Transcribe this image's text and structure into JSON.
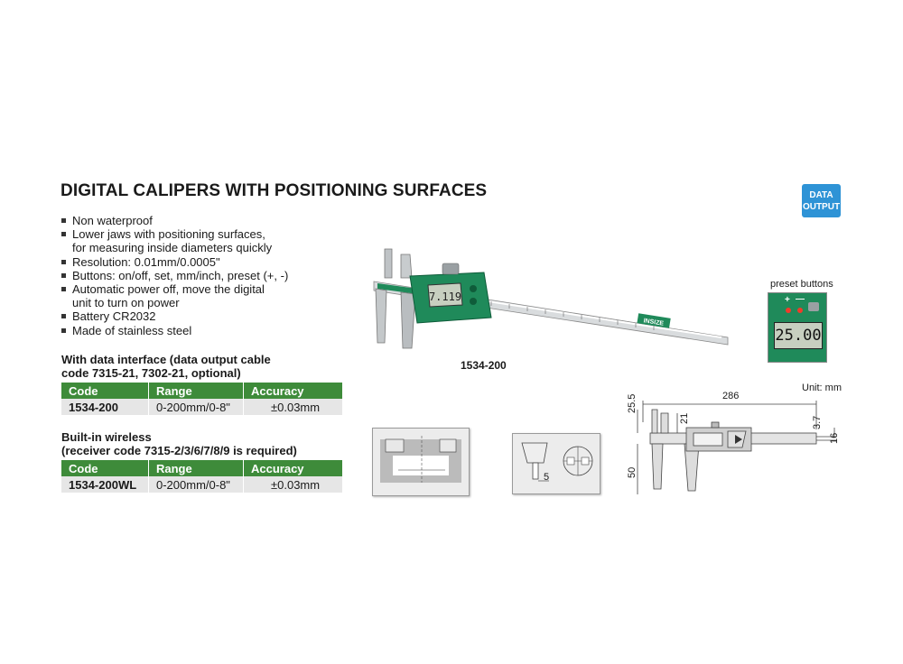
{
  "title": "DIGITAL CALIPERS WITH POSITIONING SURFACES",
  "badge": {
    "line1": "DATA",
    "line2": "OUTPUT",
    "color": "#2e93d6"
  },
  "features": [
    "Non waterproof",
    "Lower jaws with positioning surfaces,\nfor measuring inside diameters quickly",
    "Resolution: 0.01mm/0.0005\"",
    "Buttons: on/off, set, mm/inch, preset (+, -)",
    "Automatic power off, move the digital\nunit to turn on power",
    "Battery CR2032",
    "Made of stainless steel"
  ],
  "section1": {
    "heading": "With data interface (data output cable\ncode 7315-21, 7302-21, optional)",
    "columns": [
      "Code",
      "Range",
      "Accuracy"
    ],
    "rows": [
      [
        "1534-200",
        "0-200mm/0-8\"",
        "±0.03mm"
      ]
    ]
  },
  "section2": {
    "heading": "Built-in wireless\n(receiver code 7315-2/3/6/7/8/9 is required)",
    "columns": [
      "Code",
      "Range",
      "Accuracy"
    ],
    "rows": [
      [
        "1534-200WL",
        "0-200mm/0-8\"",
        "±0.03mm"
      ]
    ]
  },
  "product": {
    "label": "1534-200",
    "display": "7.119",
    "brand": "INSIZE"
  },
  "preset": {
    "label": "preset buttons",
    "plus": "+",
    "minus": "—",
    "display": "25.00"
  },
  "drawing": {
    "unit": "Unit: mm",
    "dims": {
      "length": "286",
      "upper_jaw": "25.5",
      "upper_jaw2": "21",
      "lower_jaw": "50",
      "depth1": "3.7",
      "depth2": "16"
    }
  },
  "detail2": {
    "dim": "5"
  },
  "colors": {
    "accent_green": "#3e8b3a",
    "caliper_green": "#1f8a5a",
    "row_bg": "#e6e6e6"
  }
}
